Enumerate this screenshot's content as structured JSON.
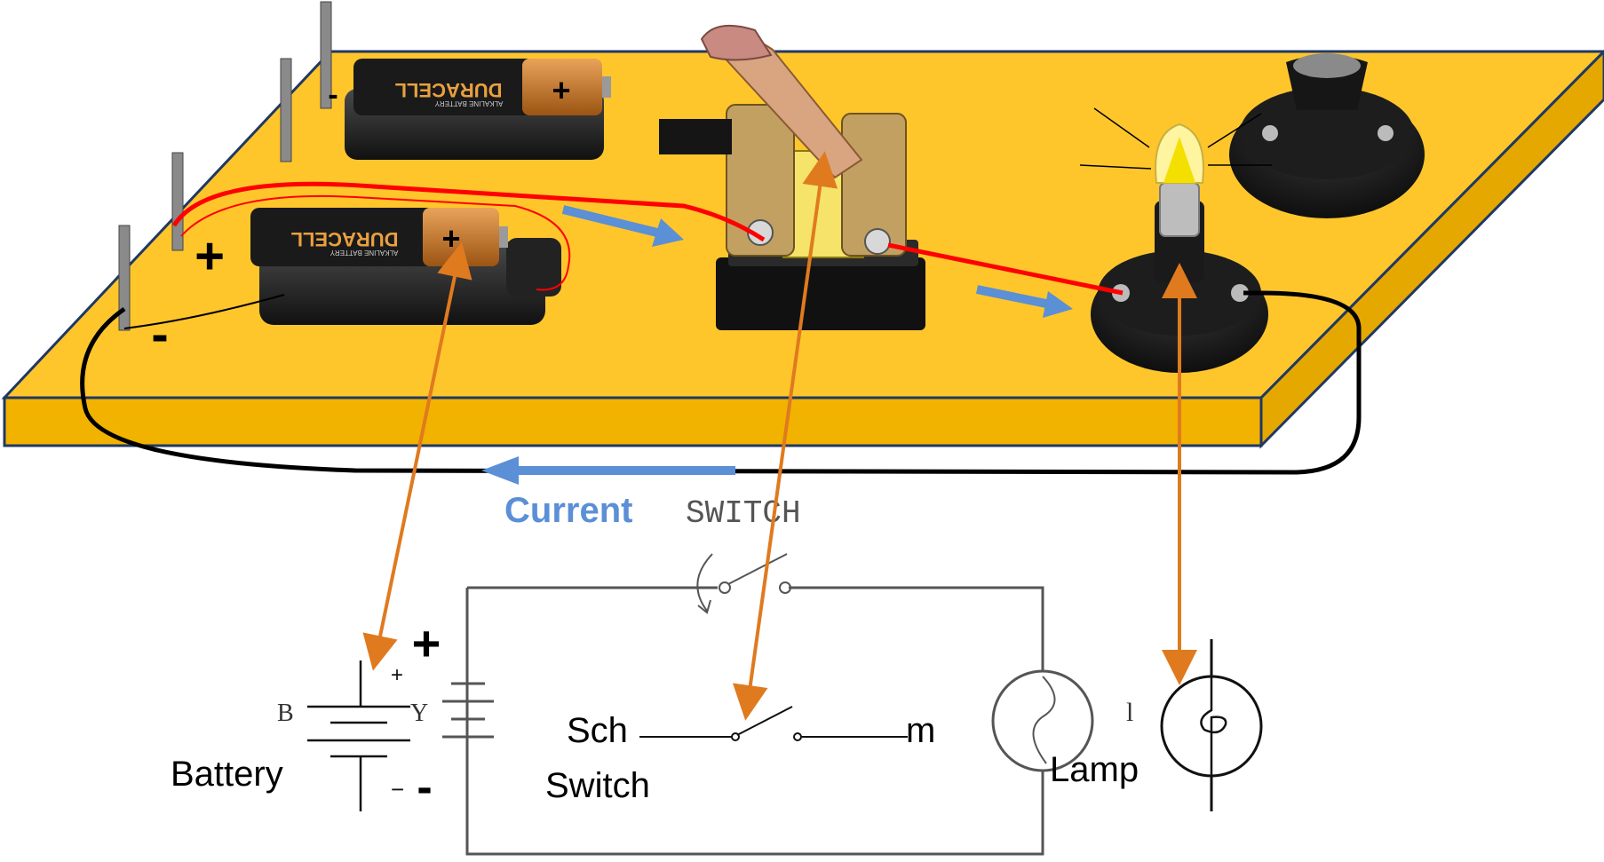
{
  "board": {
    "battery_brand": "DURACELL",
    "battery_sub": "ALKALINE BATTERY",
    "plus_sign": "+",
    "minus_sign": "-",
    "current_label": "Current"
  },
  "schematic": {
    "switch_heading": "SWITCH",
    "battery_small_left": "B",
    "battery_small_right": "Y",
    "battery_small_plus": "+",
    "battery_big_plus": "+",
    "battery_small_minus": "−",
    "battery_big_minus": "-",
    "battery_label": "Battery",
    "switch_small_left": "Sch",
    "switch_small_right": "m",
    "switch_label": "Switch",
    "lamp_small": "l",
    "lamp_label": "Lamp"
  },
  "colors": {
    "board_top": "#FFC62C",
    "board_side": "#F2B200",
    "board_edge": "#1F3864",
    "wire_red": "#FF0000",
    "wire_black": "#000000",
    "current_arrow": "#5B8FD6",
    "pointer_arrow": "#E07A1F",
    "battery_body": "#1A1A1A",
    "battery_cap": "#C8772A"
  }
}
